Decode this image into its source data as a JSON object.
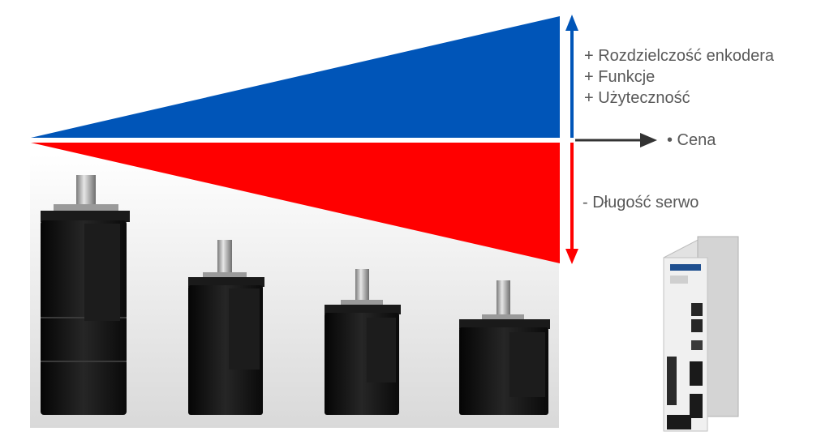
{
  "labels": {
    "features": [
      "+ Rozdzielczość enkodera",
      "+ Funkcje",
      "+ Użyteczność"
    ],
    "price": "• Cena",
    "length": "- Długość serwo"
  },
  "colors": {
    "blue": "#0055B8",
    "red": "#FF0000",
    "arrow": "#333333",
    "text": "#595959",
    "motor": "#141414"
  },
  "icons": {
    "motors": [
      "servo-motor-icon",
      "servo-motor-icon",
      "servo-motor-icon",
      "servo-motor-icon"
    ],
    "drive": "servo-drive-icon"
  }
}
